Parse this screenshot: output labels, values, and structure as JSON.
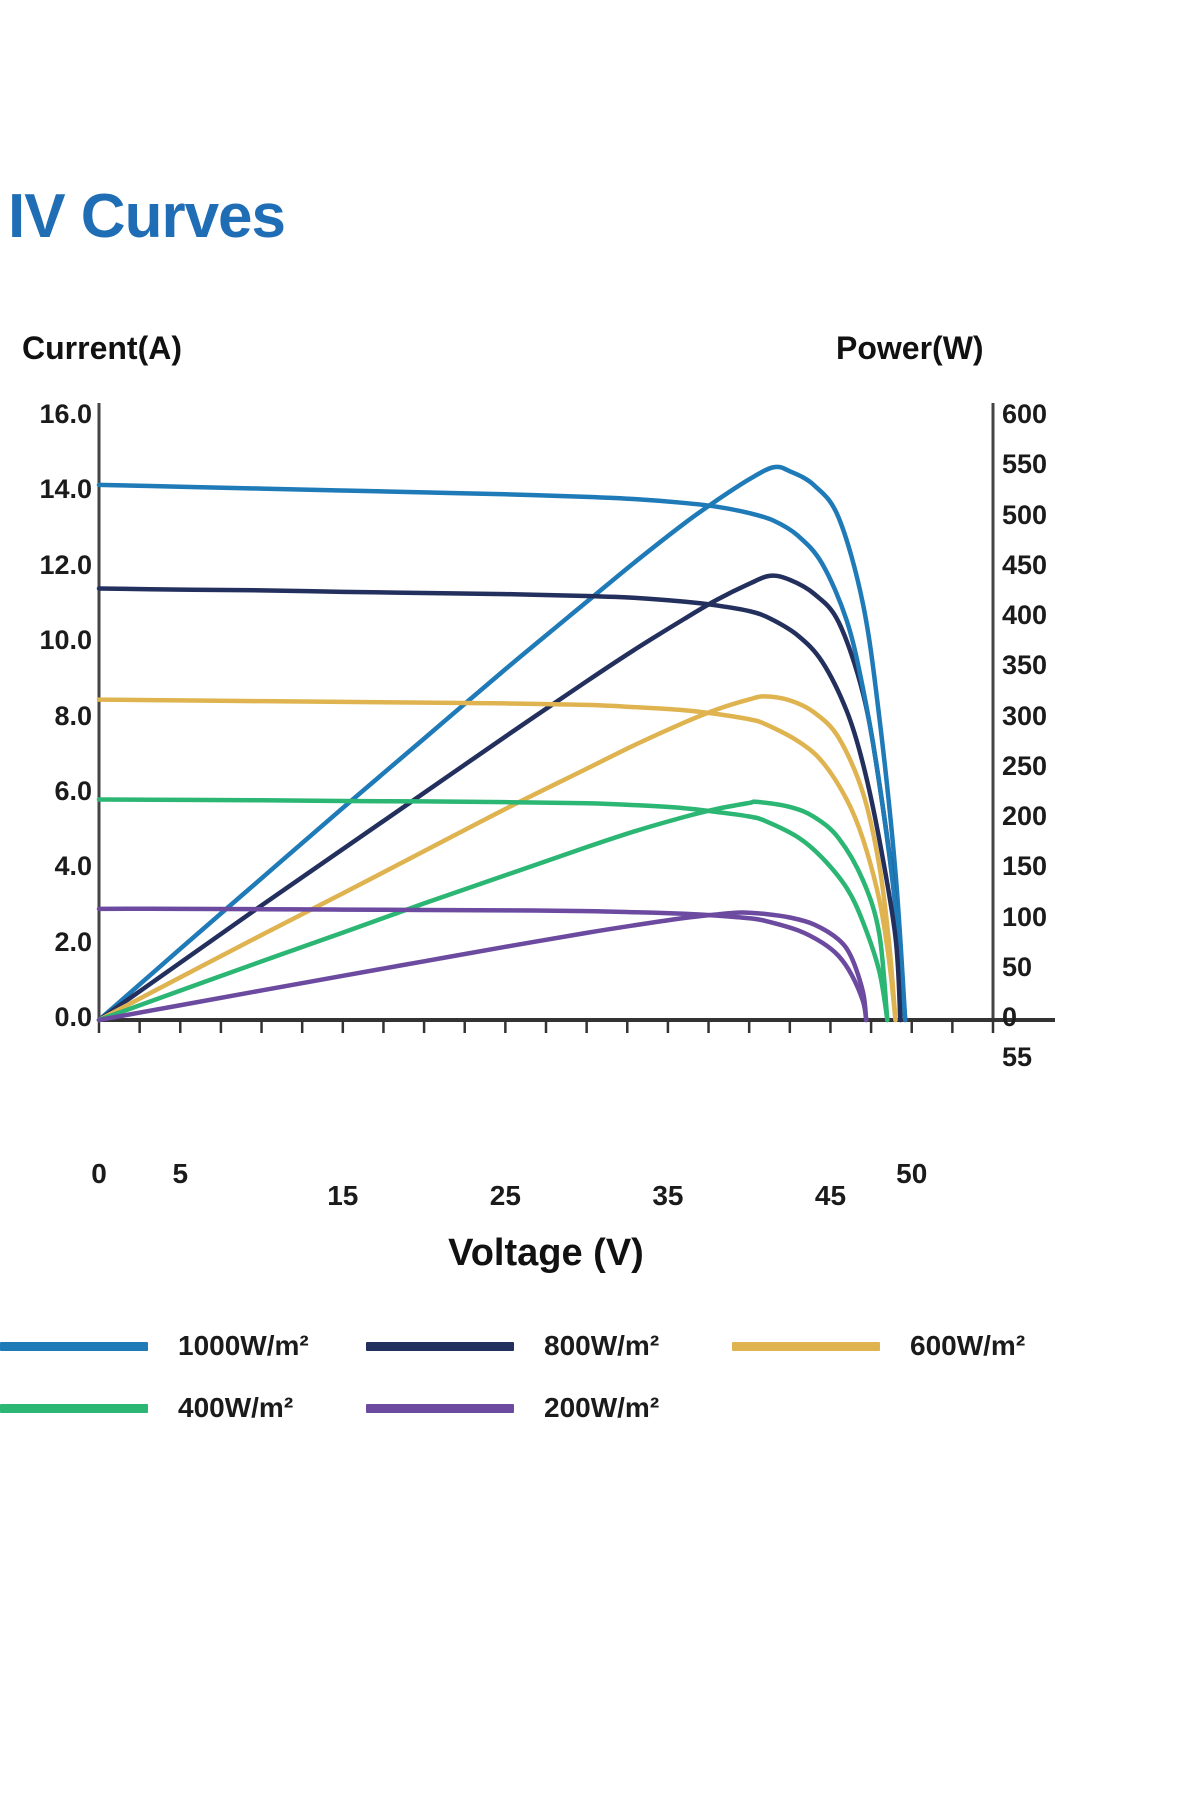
{
  "title": "IV Curves",
  "title_color": "#1f6db5",
  "axes": {
    "y_left_label": "Current(A)",
    "y_right_label": "Power(W)",
    "x_label": "Voltage (V)"
  },
  "chart_data": {
    "type": "line",
    "title": "IV Curves",
    "xlabel": "Voltage (V)",
    "ylabel": "Current(A)",
    "y2label": "Power(W)",
    "xlim": [
      0,
      55
    ],
    "ylim": [
      0,
      16
    ],
    "y2lim": [
      0,
      600
    ],
    "grid": false,
    "legend_position": "bottom",
    "x_ticks": [
      "0",
      "5",
      "15",
      "25",
      "35",
      "45",
      "50"
    ],
    "x_tick_values": [
      0,
      5,
      15,
      25,
      35,
      45,
      50
    ],
    "x_minor_tick_values": [
      0,
      2.5,
      5,
      7.5,
      10,
      12.5,
      15,
      17.5,
      20,
      22.5,
      25,
      27.5,
      30,
      32.5,
      35,
      37.5,
      40,
      42.5,
      45,
      47.5,
      50,
      52.5,
      55
    ],
    "y_left_ticks": [
      "16.0",
      "14.0",
      "12.0",
      "10.0",
      "8.0",
      "6.0",
      "4.0",
      "2.0",
      "0.0"
    ],
    "y_left_tick_values": [
      16,
      14,
      12,
      10,
      8,
      6,
      4,
      2,
      0
    ],
    "y_right_ticks": [
      "600",
      "550",
      "500",
      "450",
      "400",
      "350",
      "300",
      "250",
      "200",
      "150",
      "100",
      "50",
      "0",
      "55"
    ],
    "y_right_tick_values": [
      600,
      550,
      500,
      450,
      400,
      350,
      300,
      250,
      200,
      150,
      100,
      50,
      0
    ],
    "series": [
      {
        "name": "1000W/m²",
        "color": "#1f7ab8",
        "isc": 14.2,
        "voc": 49.6,
        "imp": 13.4,
        "vmp": 41.5,
        "pmax": 556,
        "iv_points": [
          [
            0,
            14.2
          ],
          [
            5,
            14.15
          ],
          [
            10,
            14.1
          ],
          [
            15,
            14.05
          ],
          [
            20,
            14.0
          ],
          [
            25,
            13.95
          ],
          [
            30,
            13.88
          ],
          [
            33,
            13.82
          ],
          [
            36,
            13.72
          ],
          [
            38,
            13.62
          ],
          [
            40,
            13.45
          ],
          [
            41.5,
            13.25
          ],
          [
            43,
            12.85
          ],
          [
            44.5,
            12.1
          ],
          [
            46,
            10.6
          ],
          [
            47,
            8.8
          ],
          [
            48,
            6.3
          ],
          [
            49,
            3.0
          ],
          [
            49.6,
            0
          ]
        ],
        "pv_points": [
          [
            0,
            0
          ],
          [
            5,
            70.8
          ],
          [
            10,
            141
          ],
          [
            15,
            211
          ],
          [
            20,
            280
          ],
          [
            25,
            349
          ],
          [
            30,
            416
          ],
          [
            33,
            456
          ],
          [
            36,
            494
          ],
          [
            38,
            517
          ],
          [
            40,
            538
          ],
          [
            41.5,
            550
          ],
          [
            42.5,
            546
          ],
          [
            44,
            532
          ],
          [
            45.5,
            500
          ],
          [
            47,
            414
          ],
          [
            48,
            302
          ],
          [
            49,
            147
          ],
          [
            49.6,
            0
          ]
        ]
      },
      {
        "name": "800W/m²",
        "color": "#23305e",
        "isc": 11.45,
        "voc": 49.3,
        "imp": 10.8,
        "vmp": 41.3,
        "pmax": 446,
        "iv_points": [
          [
            0,
            11.45
          ],
          [
            5,
            11.42
          ],
          [
            10,
            11.4
          ],
          [
            15,
            11.36
          ],
          [
            20,
            11.33
          ],
          [
            25,
            11.3
          ],
          [
            30,
            11.25
          ],
          [
            33,
            11.2
          ],
          [
            36,
            11.1
          ],
          [
            38,
            11.0
          ],
          [
            40,
            10.85
          ],
          [
            41.3,
            10.65
          ],
          [
            43,
            10.2
          ],
          [
            44.5,
            9.5
          ],
          [
            46,
            8.2
          ],
          [
            47,
            6.8
          ],
          [
            48,
            4.8
          ],
          [
            49,
            2.2
          ],
          [
            49.3,
            0
          ]
        ],
        "pv_points": [
          [
            0,
            0
          ],
          [
            5,
            57
          ],
          [
            10,
            114
          ],
          [
            15,
            170
          ],
          [
            20,
            226
          ],
          [
            25,
            282
          ],
          [
            30,
            337
          ],
          [
            33,
            369
          ],
          [
            36,
            399
          ],
          [
            38,
            418
          ],
          [
            40,
            434
          ],
          [
            41.3,
            442
          ],
          [
            42.5,
            438
          ],
          [
            44,
            424
          ],
          [
            45.5,
            396
          ],
          [
            47,
            325
          ],
          [
            48,
            236
          ],
          [
            49,
            112
          ],
          [
            49.3,
            0
          ]
        ]
      },
      {
        "name": "600W/m²",
        "color": "#dfb450",
        "isc": 8.5,
        "voc": 49.0,
        "imp": 8.05,
        "vmp": 41.0,
        "pmax": 330,
        "iv_points": [
          [
            0,
            8.5
          ],
          [
            5,
            8.48
          ],
          [
            10,
            8.46
          ],
          [
            15,
            8.44
          ],
          [
            20,
            8.42
          ],
          [
            25,
            8.4
          ],
          [
            30,
            8.36
          ],
          [
            33,
            8.3
          ],
          [
            36,
            8.22
          ],
          [
            38,
            8.12
          ],
          [
            40,
            7.98
          ],
          [
            41,
            7.85
          ],
          [
            43,
            7.4
          ],
          [
            44.5,
            6.85
          ],
          [
            46,
            5.85
          ],
          [
            47,
            4.8
          ],
          [
            48,
            3.2
          ],
          [
            48.6,
            1.6
          ],
          [
            49,
            0
          ]
        ],
        "pv_points": [
          [
            0,
            0
          ],
          [
            5,
            42.4
          ],
          [
            10,
            84.6
          ],
          [
            15,
            126
          ],
          [
            20,
            168
          ],
          [
            25,
            210
          ],
          [
            30,
            250
          ],
          [
            33,
            274
          ],
          [
            36,
            296
          ],
          [
            38,
            309
          ],
          [
            40,
            319
          ],
          [
            41,
            322
          ],
          [
            42.5,
            318
          ],
          [
            44,
            306
          ],
          [
            45.5,
            281
          ],
          [
            47,
            226
          ],
          [
            48,
            154
          ],
          [
            48.6,
            78
          ],
          [
            49,
            0
          ]
        ]
      },
      {
        "name": "400W/m²",
        "color": "#2bb673",
        "isc": 5.85,
        "voc": 48.5,
        "imp": 5.5,
        "vmp": 40.5,
        "pmax": 224,
        "iv_points": [
          [
            0,
            5.85
          ],
          [
            5,
            5.84
          ],
          [
            10,
            5.83
          ],
          [
            15,
            5.81
          ],
          [
            20,
            5.8
          ],
          [
            25,
            5.78
          ],
          [
            30,
            5.75
          ],
          [
            33,
            5.7
          ],
          [
            36,
            5.62
          ],
          [
            38,
            5.52
          ],
          [
            40,
            5.4
          ],
          [
            41,
            5.28
          ],
          [
            43,
            4.85
          ],
          [
            44.5,
            4.3
          ],
          [
            46,
            3.5
          ],
          [
            47,
            2.6
          ],
          [
            48,
            1.3
          ],
          [
            48.5,
            0
          ]
        ],
        "pv_points": [
          [
            0,
            0
          ],
          [
            5,
            29.2
          ],
          [
            10,
            58.3
          ],
          [
            15,
            87
          ],
          [
            20,
            116
          ],
          [
            25,
            144
          ],
          [
            30,
            172
          ],
          [
            33,
            188
          ],
          [
            36,
            202
          ],
          [
            38,
            210
          ],
          [
            40,
            216
          ],
          [
            40.5,
            217
          ],
          [
            42.5,
            212
          ],
          [
            44,
            202
          ],
          [
            45.5,
            181
          ],
          [
            47,
            139
          ],
          [
            48,
            86
          ],
          [
            48.5,
            0
          ]
        ]
      },
      {
        "name": "200W/m²",
        "color": "#6b4aa0",
        "isc": 2.95,
        "voc": 47.2,
        "imp": 2.75,
        "vmp": 39.5,
        "pmax": 108,
        "iv_points": [
          [
            0,
            2.95
          ],
          [
            5,
            2.95
          ],
          [
            10,
            2.94
          ],
          [
            15,
            2.93
          ],
          [
            20,
            2.92
          ],
          [
            25,
            2.91
          ],
          [
            30,
            2.89
          ],
          [
            33,
            2.86
          ],
          [
            36,
            2.82
          ],
          [
            38,
            2.77
          ],
          [
            40,
            2.7
          ],
          [
            41,
            2.63
          ],
          [
            43,
            2.38
          ],
          [
            44.5,
            2.05
          ],
          [
            45.5,
            1.7
          ],
          [
            46.3,
            1.2
          ],
          [
            47,
            0.5
          ],
          [
            47.2,
            0
          ]
        ],
        "pv_points": [
          [
            0,
            0
          ],
          [
            5,
            14.7
          ],
          [
            10,
            29.4
          ],
          [
            15,
            44
          ],
          [
            20,
            58.4
          ],
          [
            25,
            72.8
          ],
          [
            30,
            86.7
          ],
          [
            33,
            94.4
          ],
          [
            36,
            101.5
          ],
          [
            38,
            105
          ],
          [
            39.5,
            107
          ],
          [
            41,
            105.5
          ],
          [
            42.5,
            102
          ],
          [
            44,
            95
          ],
          [
            45.5,
            80
          ],
          [
            46.3,
            62
          ],
          [
            47,
            28
          ],
          [
            47.2,
            0
          ]
        ]
      }
    ]
  },
  "legend": {
    "rows": [
      [
        {
          "label": "1000W/m²",
          "color": "#1f7ab8"
        },
        {
          "label": "800W/m²",
          "color": "#23305e"
        },
        {
          "label": "600W/m²",
          "color": "#dfb450"
        }
      ],
      [
        {
          "label": "400W/m²",
          "color": "#2bb673"
        },
        {
          "label": "200W/m²",
          "color": "#6b4aa0"
        }
      ]
    ]
  }
}
